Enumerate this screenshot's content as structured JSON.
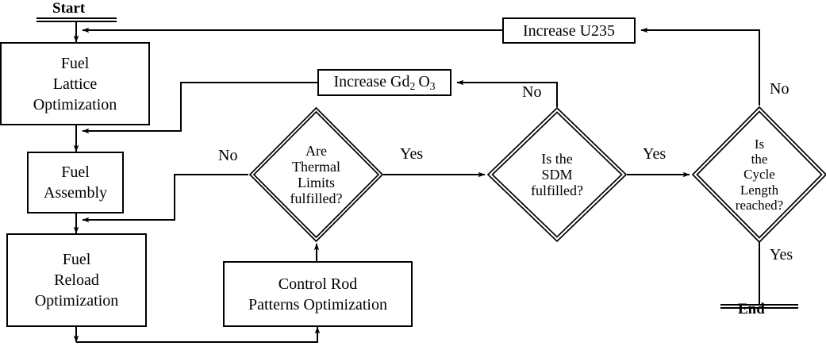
{
  "diagram": {
    "title": "Nuclear Fuel Reload Optimization Flowchart",
    "type": "flowchart",
    "colors": {
      "line": "#000000",
      "background": "#ffffff",
      "text": "#000000"
    }
  },
  "terminals": {
    "start": "Start",
    "end": "End"
  },
  "processes": [
    {
      "id": "fuel-lattice-optimization",
      "lines": [
        "Fuel",
        "Lattice",
        "Optimization"
      ]
    },
    {
      "id": "fuel-assembly",
      "lines": [
        "Fuel",
        "Assembly"
      ]
    },
    {
      "id": "fuel-reload-optimization",
      "lines": [
        "Fuel",
        "Reload",
        "Optimization"
      ]
    },
    {
      "id": "increase-u235",
      "lines": [
        "Increase U235"
      ]
    },
    {
      "id": "increase-gd2o3",
      "lines": [
        "Increase Gd",
        "O"
      ]
    },
    {
      "id": "control-rod-patterns-optimization",
      "lines": [
        "Control Rod",
        "Patterns Optimization"
      ]
    }
  ],
  "boxes": {
    "fuel_lattice": {
      "l1": "Fuel",
      "l2": "Lattice",
      "l3": "Optimization"
    },
    "fuel_assembly": {
      "l1": "Fuel",
      "l2": "Assembly"
    },
    "fuel_reload": {
      "l1": "Fuel",
      "l2": "Reload",
      "l3": "Optimization"
    },
    "increase_u235": {
      "l1": "Increase U235"
    },
    "increase_gd2o3": {
      "pre": "Increase Gd",
      "sub1": "2",
      "mid": "O",
      "sub2": "3"
    },
    "control_rod": {
      "l1": "Control Rod",
      "l2": "Patterns Optimization"
    }
  },
  "decisions": {
    "thermal_limits": {
      "l1": "Are",
      "l2": "Thermal",
      "l3": "Limits",
      "l4": "fulfilled?"
    },
    "sdm": {
      "l1": "Is the",
      "l2": "SDM",
      "l3": "fulfilled?"
    },
    "cycle_length": {
      "l1": "Is",
      "l2": "the",
      "l3": "Cycle",
      "l4": "Length",
      "l5": "reached?"
    }
  },
  "edge_labels": {
    "thermal_no": "No",
    "thermal_yes": "Yes",
    "sdm_no": "No",
    "sdm_yes": "Yes",
    "cycle_no": "No",
    "cycle_yes": "Yes"
  }
}
